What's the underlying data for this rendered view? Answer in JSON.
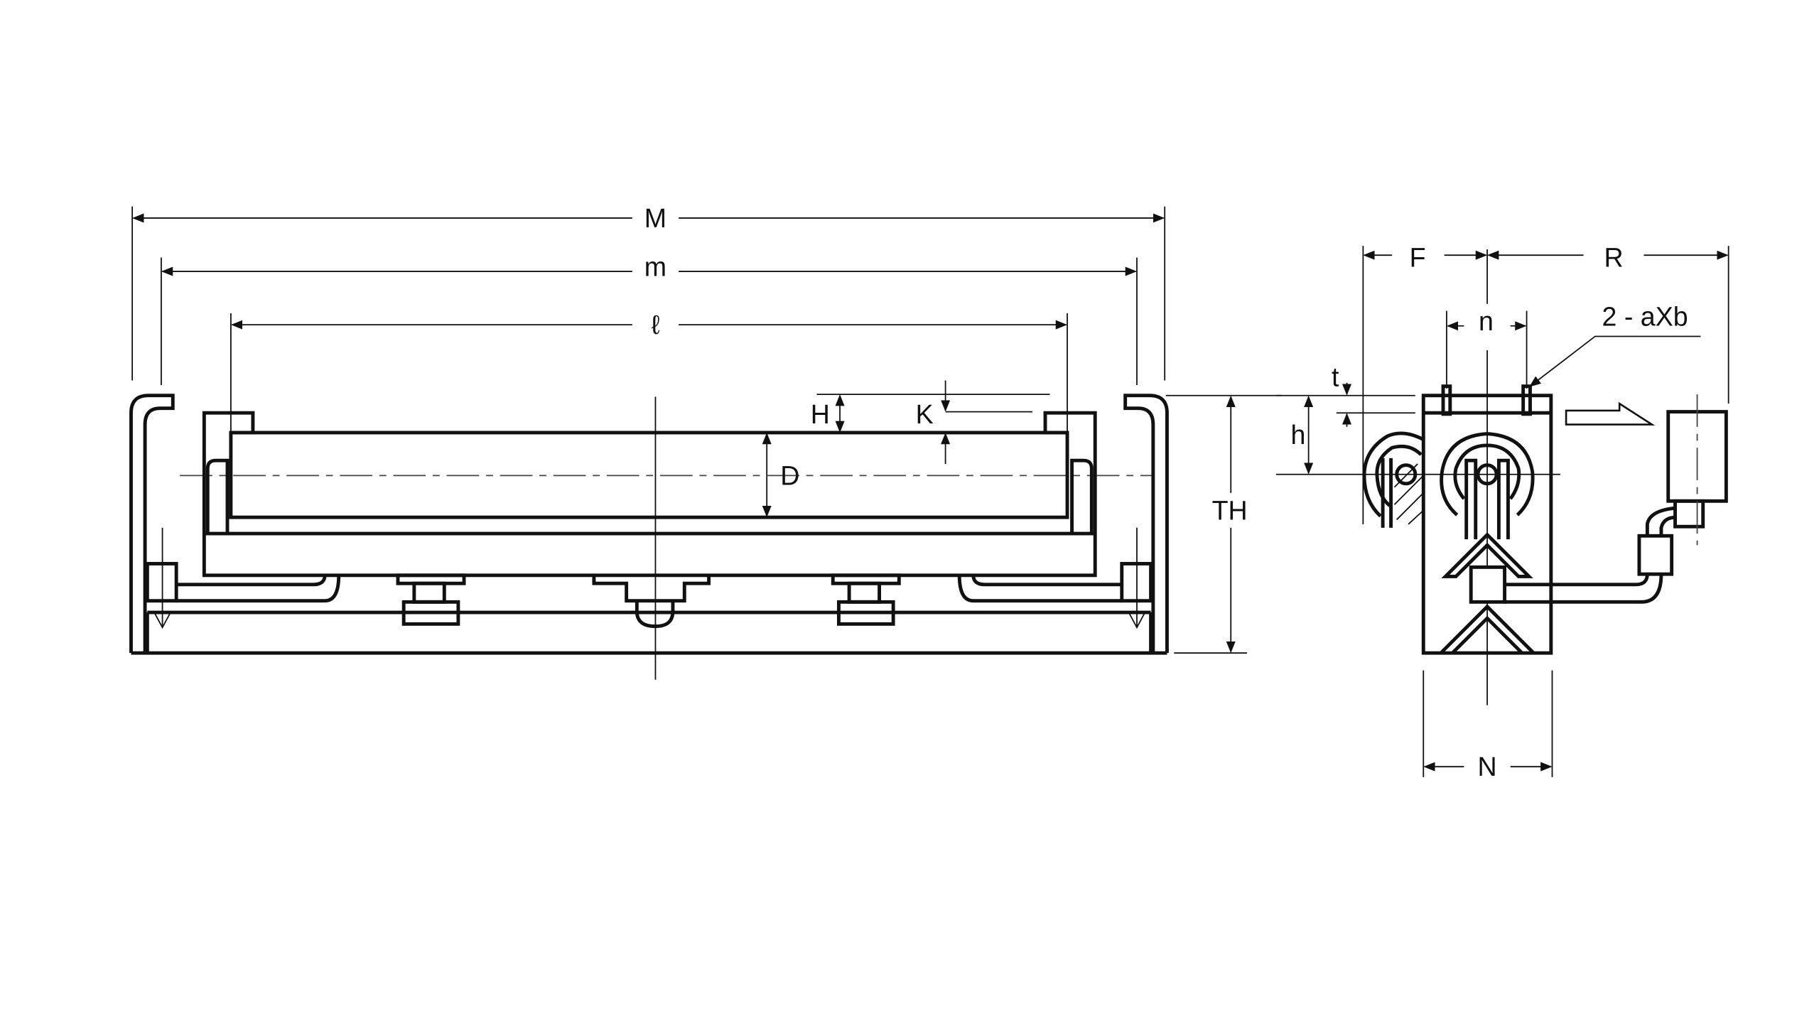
{
  "front_view": {
    "labels": {
      "M": "M",
      "m": "m",
      "l": "ℓ",
      "H": "H",
      "K": "K",
      "D": "D",
      "TH": "TH"
    }
  },
  "side_view": {
    "labels": {
      "F": "F",
      "R": "R",
      "n": "n",
      "slot": "2 - aXb",
      "t": "t",
      "h": "h",
      "N": "N"
    }
  },
  "colors": {
    "line": "#111111",
    "background": "#ffffff"
  }
}
